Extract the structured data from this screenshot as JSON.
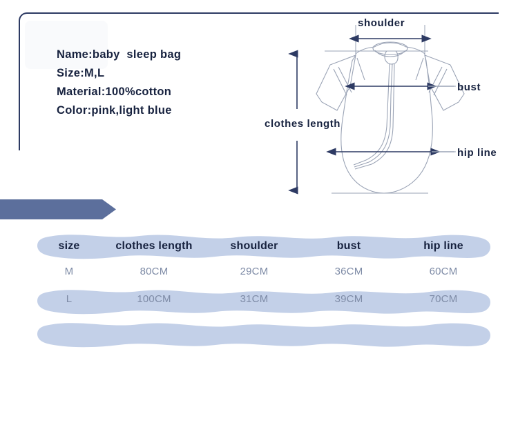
{
  "product_info": {
    "lines": [
      "Name:baby  sleep bag",
      "Size:M,L",
      "Material:100%cotton",
      "Color:pink,light blue"
    ]
  },
  "diagram": {
    "labels": {
      "shoulder": "shoulder",
      "bust": "bust",
      "hip_line": "hip line",
      "clothes_length": "clothes length"
    },
    "garment": "baby-sleep-bag"
  },
  "size_table": {
    "headers": [
      "size",
      "clothes length",
      "shoulder",
      "bust",
      "hip line"
    ],
    "rows": [
      {
        "size": "M",
        "clothes_length": "80CM",
        "shoulder": "29CM",
        "bust": "36CM",
        "hip_line": "60CM"
      },
      {
        "size": "L",
        "clothes_length": "100CM",
        "shoulder": "31CM",
        "bust": "39CM",
        "hip_line": "70CM"
      }
    ]
  },
  "colors": {
    "band": "#c3d0e8",
    "header_text": "#17223f",
    "data_text": "#7e8ba6",
    "banner": "#5c6f9c",
    "frame_border": "#2d3a63",
    "drawing_line": "#9aa3b5",
    "arrow": "#2d3a63"
  }
}
